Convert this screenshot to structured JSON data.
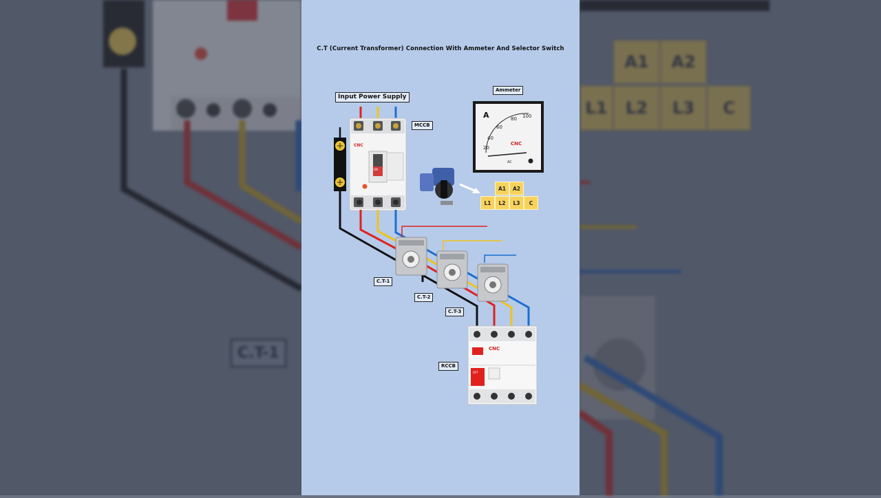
{
  "title": "C.T (Current Transformer) Connection With Ammeter And Selector Switch",
  "labels": {
    "input_power_supply": "Input Power Supply",
    "mccb": "MCCB",
    "ammeter": "Ammeter",
    "ct1": "C.T-1",
    "ct2": "C.T-2",
    "ct3": "C.T-3",
    "rccb": "RCCB"
  },
  "selector_grid": {
    "top": [
      "A1",
      "A2"
    ],
    "bottom": [
      "L1",
      "L2",
      "L3",
      "C"
    ]
  },
  "ammeter_face": {
    "unit": "A",
    "scale": [
      "20",
      "40",
      "60",
      "80",
      "100"
    ],
    "brand": "CNC",
    "code": "AC"
  },
  "brand": "CNC",
  "rccb_off": "OFF",
  "mccb_on": "ON",
  "colors": {
    "panel_bg": "#b6cbea",
    "red": "#e0211d",
    "yellow": "#f1c21b",
    "blue": "#1a6fd1",
    "black": "#111111",
    "cell": "#f7d35d"
  }
}
